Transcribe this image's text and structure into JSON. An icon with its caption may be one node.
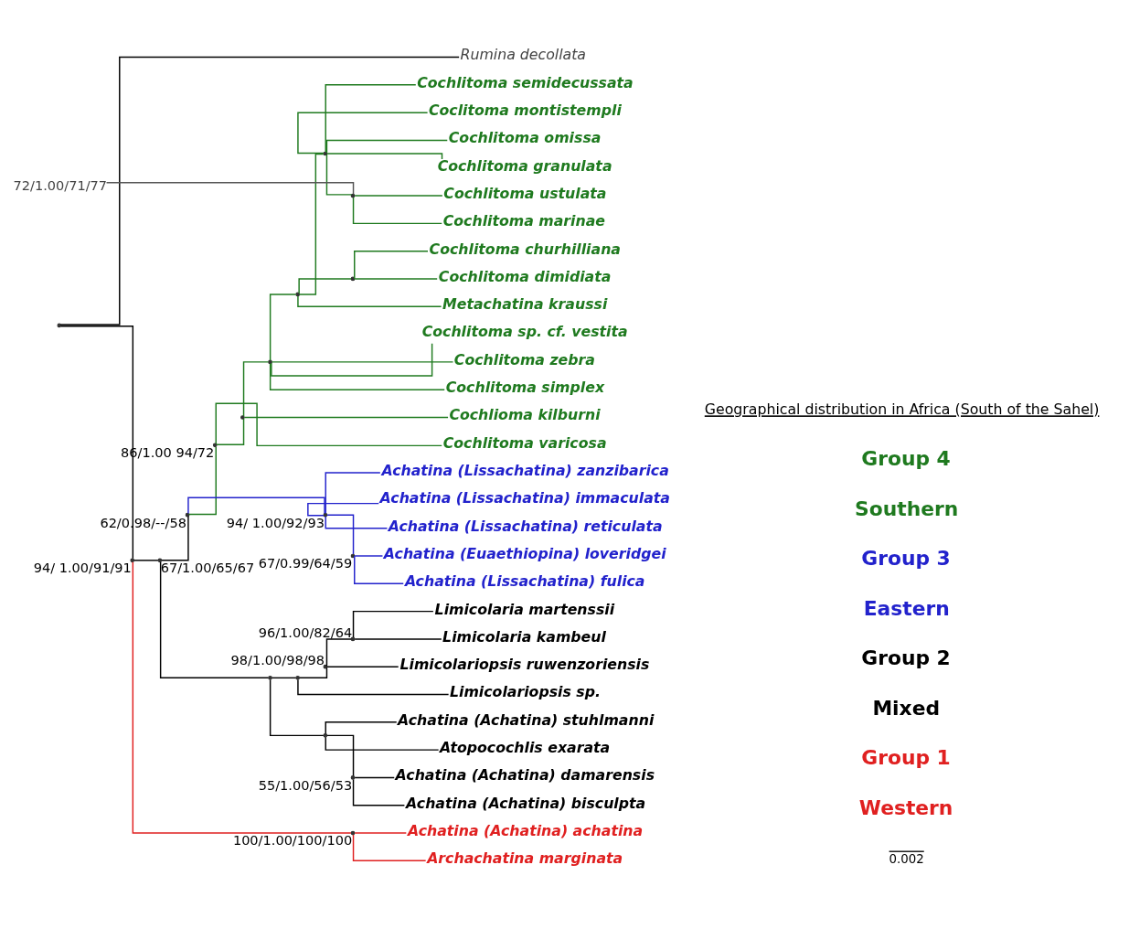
{
  "diagram": {
    "nodes": [
      {
        "text": [
          "Cochlitoma semidecussata"
        ]
      },
      {
        "text": [
          "Coclitoma montistempli"
        ]
      },
      {
        "text": [
          "Cochlitoma omissa"
        ]
      },
      {
        "text": [
          "Cochlitoma granulata"
        ]
      },
      {
        "text": [
          "Cochlitoma ustulata"
        ]
      },
      {
        "text": [
          "Cochlitoma marinae"
        ]
      },
      {
        "text": [
          "Cochlitoma churhilliana"
        ]
      },
      {
        "text": [
          "Cochlitoma dimidiata"
        ]
      },
      {
        "text": [
          "Metachatina kraussi"
        ]
      },
      {
        "text": [
          "Cochlitoma sp. cf. vestita"
        ]
      },
      {
        "text": [
          "Cochlitoma zebra"
        ]
      },
      {
        "text": [
          "Cochlitoma simplex"
        ]
      },
      {
        "text": [
          "Cochlioma kilburni"
        ]
      },
      {
        "text": [
          "Cochlitoma varicosa"
        ]
      },
      {
        "text": [
          "Achatina (Lissachatina) zanzibarica"
        ]
      },
      {
        "text": [
          "Achatina (Lissachatina) immaculata"
        ]
      },
      {
        "text": [
          "Achatina (Lissachatina) reticulata"
        ]
      },
      {
        "text": [
          "Achatina (Euaethiopina) loveridgei"
        ]
      },
      {
        "text": [
          "Achatina (Lissachatina) fulica"
        ]
      },
      {
        "text": [
          "Limicolaria martenssii"
        ]
      },
      {
        "text": [
          "Limicolaria kambeul"
        ]
      },
      {
        "text": [
          "Limicolariopsis ruwenzoriensis"
        ]
      },
      {
        "text": [
          "Limicolariopsis sp."
        ]
      },
      {
        "text": [
          "Achatina (Achatina) stuhlmanni"
        ]
      },
      {
        "text": [
          "Atopocochlis exarata"
        ]
      },
      {
        "text": [
          "Achatina (Achatina) damarensis"
        ]
      },
      {
        "text": [
          "Achatina (Achatina) bisculpta"
        ]
      },
      {
        "text": [
          "Achatina (Achatina) achatina"
        ]
      },
      {
        "text": [
          "Archachatina marginata"
        ]
      },
      {
        "text": [
          "Rumina decollata"
        ]
      },
      {
        "text": [],
        "shape": "point"
      },
      {
        "text": [],
        "shape": "point",
        "beside": [
          "94/ 1.00/91/91"
        ]
      },
      {
        "text": [],
        "shape": "point",
        "beside": [
          "67/1.00/65/67"
        ]
      },
      {
        "text": [],
        "shape": "point",
        "beside": [
          "62/0.98/--/58"
        ]
      },
      {
        "text": [],
        "shape": "point",
        "beside": [
          "100/1.00/100/100"
        ]
      },
      {
        "text": [],
        "shape": "point"
      },
      {
        "text": [],
        "shape": "point",
        "beside": [
          "86/1.00 94/72"
        ]
      },
      {
        "text": [],
        "shape": "point"
      },
      {
        "text": [],
        "shape": "point"
      },
      {
        "text": [],
        "shape": "point"
      },
      {
        "text": [],
        "shape": "point",
        "beside": [
          "55/1.00/56/53"
        ]
      },
      {
        "text": [],
        "shape": "point"
      },
      {
        "text": [],
        "shape": "point",
        "beside": [
          "94/ 1.00/92/93"
        ]
      },
      {
        "text": [],
        "shape": "point"
      },
      {
        "text": [],
        "shape": "point",
        "beside": [
          "67/0.99/64/59"
        ]
      },
      {
        "text": [],
        "shape": "point"
      },
      {
        "text": [],
        "shape": "point"
      },
      {
        "text": [],
        "shape": "point",
        "beside": [
          "98/1.00/98/98"
        ]
      },
      {
        "text": [],
        "shape": "point",
        "beside": [
          "96/1.00/82/64"
        ]
      },
      {
        "text": [],
        "shape": "point"
      },
      {
        "text": [
          "72/1.00/71/77"
        ]
      }
    ],
    "edges": [
      {
        "from": 30,
        "to": 29,
        "arrow": "none",
        "color": "#000000"
      },
      {
        "from": 30,
        "to": 31,
        "arrow": "none",
        "color": "#000000"
      },
      {
        "from": 31,
        "to": 32,
        "arrow": "none",
        "color": "#000000"
      },
      {
        "from": 31,
        "to": 34,
        "arrow": "none",
        "color": "#e02020"
      },
      {
        "from": 32,
        "to": 33,
        "arrow": "none",
        "color": "#000000"
      },
      {
        "from": 32,
        "to": 35,
        "arrow": "none",
        "color": "#000000"
      },
      {
        "from": 33,
        "to": 36,
        "arrow": "none",
        "color": "#1f7a1f"
      },
      {
        "from": 33,
        "to": 42,
        "arrow": "none",
        "color": "#2222cc"
      },
      {
        "from": 34,
        "to": 27,
        "arrow": "none",
        "color": "#e02020"
      },
      {
        "from": 34,
        "to": 28,
        "arrow": "none",
        "color": "#e02020"
      },
      {
        "from": 35,
        "to": 37,
        "arrow": "none",
        "color": "#000000"
      },
      {
        "from": 35,
        "to": 38,
        "arrow": "none",
        "color": "#000000"
      },
      {
        "from": 36,
        "to": 39,
        "arrow": "none",
        "color": "#1f7a1f"
      },
      {
        "from": 36,
        "to": 13,
        "arrow": "none",
        "color": "#1f7a1f"
      },
      {
        "from": 37,
        "to": 47,
        "arrow": "none",
        "color": "#000000"
      },
      {
        "from": 37,
        "to": 22,
        "arrow": "none",
        "color": "#000000"
      },
      {
        "from": 38,
        "to": 23,
        "arrow": "none",
        "color": "#000000"
      },
      {
        "from": 38,
        "to": 24,
        "arrow": "none",
        "color": "#000000"
      },
      {
        "from": 38,
        "to": 40,
        "arrow": "none",
        "color": "#000000"
      },
      {
        "from": 39,
        "to": 41,
        "arrow": "none",
        "color": "#1f7a1f"
      },
      {
        "from": 39,
        "to": 12,
        "arrow": "none",
        "color": "#1f7a1f"
      },
      {
        "from": 40,
        "to": 25,
        "arrow": "none",
        "color": "#000000"
      },
      {
        "from": 40,
        "to": 26,
        "arrow": "none",
        "color": "#000000"
      },
      {
        "from": 41,
        "to": 43,
        "arrow": "none",
        "color": "#1f7a1f"
      },
      {
        "from": 41,
        "to": 9,
        "arrow": "none",
        "color": "#1f7a1f"
      },
      {
        "from": 41,
        "to": 10,
        "arrow": "none",
        "color": "#1f7a1f"
      },
      {
        "from": 41,
        "to": 11,
        "arrow": "none",
        "color": "#1f7a1f"
      },
      {
        "from": 42,
        "to": 14,
        "arrow": "none",
        "color": "#2222cc"
      },
      {
        "from": 42,
        "to": 15,
        "arrow": "none",
        "color": "#2222cc"
      },
      {
        "from": 42,
        "to": 16,
        "arrow": "none",
        "color": "#2222cc"
      },
      {
        "from": 42,
        "to": 44,
        "arrow": "none",
        "color": "#2222cc"
      },
      {
        "from": 43,
        "to": 45,
        "arrow": "none",
        "color": "#1f7a1f"
      },
      {
        "from": 43,
        "to": 46,
        "arrow": "none",
        "color": "#1f7a1f"
      },
      {
        "from": 43,
        "to": 8,
        "arrow": "none",
        "color": "#1f7a1f"
      },
      {
        "from": 44,
        "to": 17,
        "arrow": "none",
        "color": "#2222cc"
      },
      {
        "from": 44,
        "to": 18,
        "arrow": "none",
        "color": "#2222cc"
      },
      {
        "from": 45,
        "to": 0,
        "arrow": "none",
        "color": "#1f7a1f"
      },
      {
        "from": 45,
        "to": 1,
        "arrow": "none",
        "color": "#1f7a1f"
      },
      {
        "from": 45,
        "to": 2,
        "arrow": "none",
        "color": "#1f7a1f"
      },
      {
        "from": 45,
        "to": 3,
        "arrow": "none",
        "color": "#1f7a1f"
      },
      {
        "from": 45,
        "to": 49,
        "arrow": "none",
        "color": "#1f7a1f"
      },
      {
        "from": 46,
        "to": 6,
        "arrow": "none",
        "color": "#1f7a1f"
      },
      {
        "from": 46,
        "to": 7,
        "arrow": "none",
        "color": "#1f7a1f"
      },
      {
        "from": 47,
        "to": 48,
        "arrow": "none",
        "color": "#000000"
      },
      {
        "from": 47,
        "to": 21,
        "arrow": "none",
        "color": "#000000"
      },
      {
        "from": 48,
        "to": 19,
        "arrow": "none",
        "color": "#000000"
      },
      {
        "from": 48,
        "to": 20,
        "arrow": "none",
        "color": "#000000"
      },
      {
        "from": 49,
        "to": 4,
        "arrow": "none",
        "color": "#1f7a1f"
      },
      {
        "from": 49,
        "to": 5,
        "arrow": "none",
        "color": "#1f7a1f"
      },
      {
        "from": 50,
        "to": 49,
        "arrow": "none",
        "color": "#555555"
      }
    ],
    "labels": [
      "Geographical distribution in Africa (South of the Sahel)",
      "Group 4",
      "Southern",
      "Group 3",
      "Eastern",
      "Group 2",
      "Mixed",
      "Group 1",
      "Western",
      "0.002"
    ]
  }
}
